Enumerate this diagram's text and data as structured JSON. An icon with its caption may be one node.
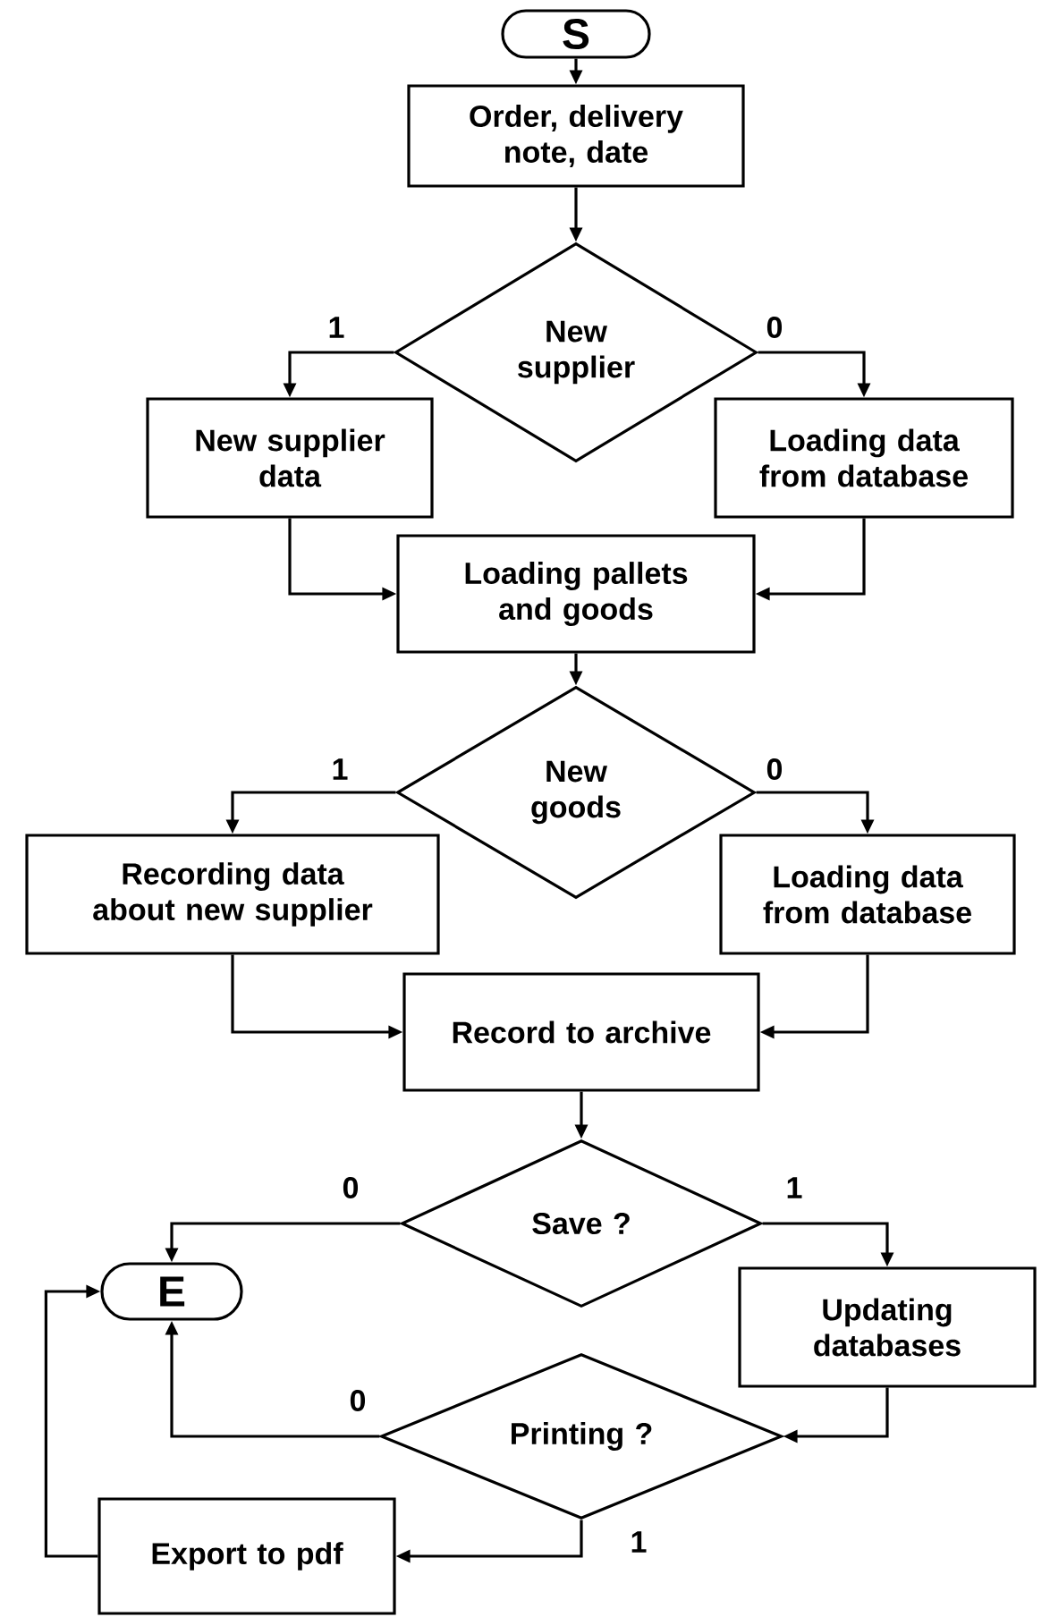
{
  "diagram": {
    "nodes": [
      {
        "text": [
          "S"
        ]
      },
      {
        "text": [
          "Order, delivery note, date"
        ]
      },
      {
        "text": [
          "New supplier"
        ]
      },
      {
        "text": [
          "New supplier data"
        ]
      },
      {
        "text": [
          "Loading data from database"
        ]
      },
      {
        "text": [
          "Loading pallets and goods"
        ]
      },
      {
        "text": [
          "New goods"
        ]
      },
      {
        "text": [
          "Recording data about new supplier"
        ]
      },
      {
        "text": [
          "Loading data from database"
        ]
      },
      {
        "text": [
          "Record to archive"
        ]
      },
      {
        "text": [
          "Save ?"
        ]
      },
      {
        "text": [
          "E"
        ]
      },
      {
        "text": [
          "Updating databases"
        ]
      },
      {
        "text": [
          "Printing ?"
        ]
      },
      {
        "text": [
          "Export to pdf"
        ]
      }
    ],
    "edges": [
      {
        "from": 0,
        "to": 1,
        "arrow": "to"
      },
      {
        "from": 1,
        "to": 2,
        "arrow": "to"
      },
      {
        "from": 2,
        "to": 3,
        "arrow": "to",
        "label": "1"
      },
      {
        "from": 2,
        "to": 4,
        "arrow": "to",
        "label": "0"
      },
      {
        "from": 3,
        "to": 5,
        "arrow": "to"
      },
      {
        "from": 4,
        "to": 5,
        "arrow": "to"
      },
      {
        "from": 5,
        "to": 6,
        "arrow": "to"
      },
      {
        "from": 6,
        "to": 7,
        "arrow": "to",
        "label": "1"
      },
      {
        "from": 6,
        "to": 8,
        "arrow": "to",
        "label": "0"
      },
      {
        "from": 7,
        "to": 9,
        "arrow": "to"
      },
      {
        "from": 8,
        "to": 9,
        "arrow": "to"
      },
      {
        "from": 9,
        "to": 10,
        "arrow": "to"
      },
      {
        "from": 10,
        "to": 11,
        "arrow": "to",
        "label": "0"
      },
      {
        "from": 10,
        "to": 12,
        "arrow": "to",
        "label": "1"
      },
      {
        "from": 12,
        "to": 13,
        "arrow": "to"
      },
      {
        "from": 13,
        "to": 11,
        "arrow": "to",
        "label": "0"
      },
      {
        "from": 13,
        "to": 14,
        "arrow": "to",
        "label": "1"
      },
      {
        "from": 14,
        "to": 11,
        "arrow": "to"
      }
    ]
  }
}
